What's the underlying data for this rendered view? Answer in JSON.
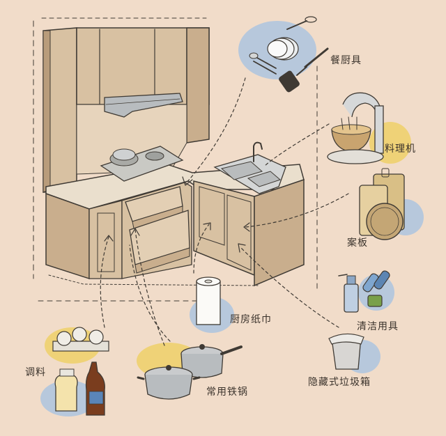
{
  "labels": {
    "tableware": "餐厨具",
    "mixer": "料理机",
    "cutting_board": "案板",
    "paper_towel": "厨房纸巾",
    "cleaning": "清洁用具",
    "trash": "隐藏式垃圾箱",
    "seasoning": "调料",
    "pots": "常用铁锅"
  },
  "colors": {
    "background": "#f1dcc9",
    "blue_blob": "#b7c8dc",
    "yellow_blob": "#efd277",
    "ink": "#3f3a34",
    "cabinet": "#d8c1a2",
    "cabinet_dark": "#b99c7b",
    "counter": "#eadfcd",
    "steel": "#b8bcbf"
  }
}
